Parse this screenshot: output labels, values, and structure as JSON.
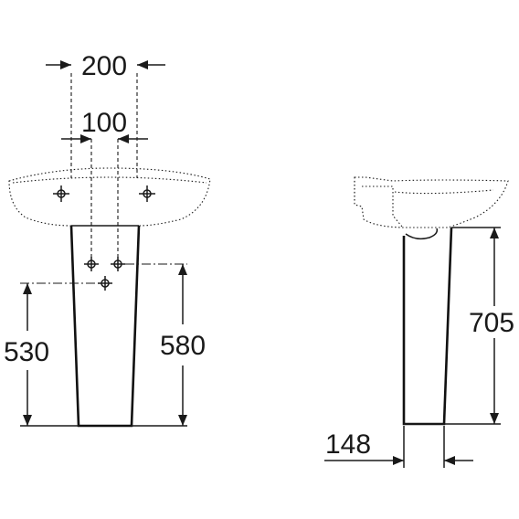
{
  "front_view": {
    "dim_top_outer": "200",
    "dim_top_inner": "100",
    "dim_left_height": "530",
    "dim_right_height": "580"
  },
  "side_view": {
    "dim_height": "705",
    "dim_depth": "148"
  }
}
